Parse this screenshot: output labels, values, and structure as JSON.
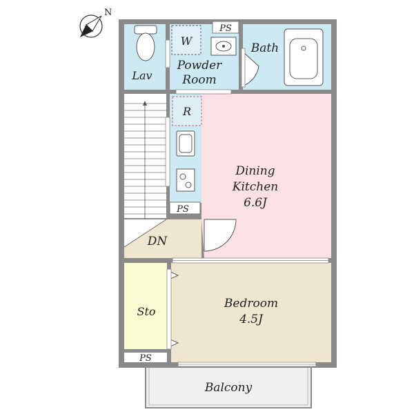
{
  "compass": {
    "north_label": "N"
  },
  "rooms": {
    "lav": "Lav",
    "washer": "W",
    "powder_line1": "Powder",
    "powder_line2": "Room",
    "bath": "Bath",
    "fridge": "R",
    "dining_line1": "Dining",
    "dining_line2": "Kitchen",
    "dining_size": "6.6J",
    "down": "DN",
    "storage": "Sto",
    "bedroom": "Bedroom",
    "bedroom_size": "4.5J",
    "balcony": "Balcony"
  },
  "pipe_spaces": {
    "top": "PS",
    "middle": "PS",
    "bottom": "PS"
  },
  "colors": {
    "wet_area": "#cde9f1",
    "dining": "#fbe1e6",
    "bedroom": "#efe6cf",
    "storage": "#fafad2",
    "landing": "#efe6cf",
    "balcony": "#efefef",
    "wall": "#8a8a8a"
  }
}
